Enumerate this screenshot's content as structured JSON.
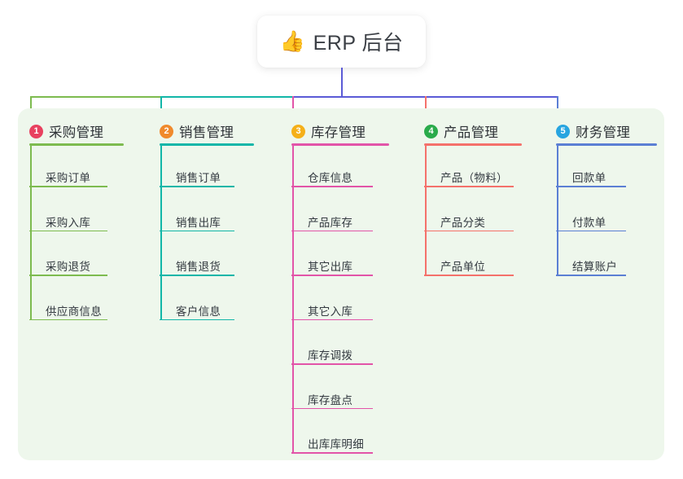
{
  "diagram": {
    "type": "mindmap-tree",
    "root": {
      "icon": "thumbs-up-icon",
      "emoji": "👍",
      "label": "ERP 后台"
    },
    "panel_background": "#eef7ec",
    "root_stem_color": "#5b5bd6",
    "bus_colors": [
      "#7dbb4f",
      "#12b6a8",
      "#5b5bd6"
    ],
    "columns": [
      {
        "index": "1",
        "badge_text": "1",
        "badge_color": "#e8415f",
        "accent": "#7dbb4f",
        "title": "采购管理",
        "items": [
          {
            "label": "采购订单"
          },
          {
            "label": "采购入库"
          },
          {
            "label": "采购退货"
          },
          {
            "label": "供应商信息"
          }
        ]
      },
      {
        "index": "2",
        "badge_text": "2",
        "badge_color": "#f08a2c",
        "accent": "#12b6a8",
        "title": "销售管理",
        "items": [
          {
            "label": "销售订单"
          },
          {
            "label": "销售出库"
          },
          {
            "label": "销售退货"
          },
          {
            "label": "客户信息"
          }
        ]
      },
      {
        "index": "3",
        "badge_text": "3",
        "badge_color": "#f5b019",
        "accent": "#e254a8",
        "title": "库存管理",
        "items": [
          {
            "label": "仓库信息"
          },
          {
            "label": "产品库存"
          },
          {
            "label": "其它出库"
          },
          {
            "label": "其它入库"
          },
          {
            "label": "库存调拨"
          },
          {
            "label": "库存盘点"
          },
          {
            "label": "出库库明细"
          }
        ]
      },
      {
        "index": "4",
        "badge_text": "4",
        "badge_color": "#2aab4b",
        "accent": "#f4716b",
        "title": "产品管理",
        "items": [
          {
            "label": "产品（物料）"
          },
          {
            "label": "产品分类"
          },
          {
            "label": "产品单位"
          }
        ]
      },
      {
        "index": "5",
        "badge_text": "5",
        "badge_color": "#28a5e0",
        "accent": "#5b7fd4",
        "title": "财务管理",
        "items": [
          {
            "label": "回款单"
          },
          {
            "label": "付款单"
          },
          {
            "label": "结算账户"
          }
        ]
      }
    ]
  }
}
